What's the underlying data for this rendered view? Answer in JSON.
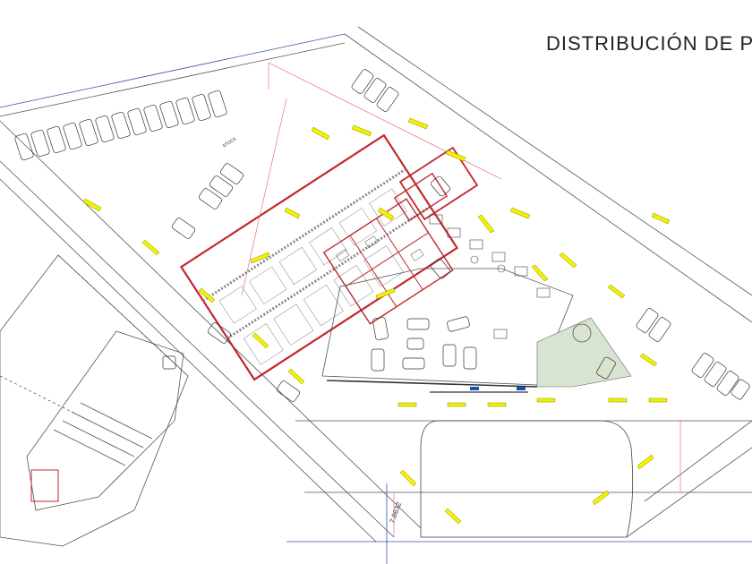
{
  "title": "DISTRIBUCIÓN DE P",
  "labels": {
    "stock": "STOCK",
    "dimension": "7.8632"
  },
  "colors": {
    "wall": "#c0282d",
    "line": "#555555",
    "blue_line": "#3b4fa8",
    "arrow_fill": "#f2f200",
    "arrow_stroke": "#8a8a00",
    "green_area": "#d8e4d0",
    "red_dim": "#e06060"
  }
}
